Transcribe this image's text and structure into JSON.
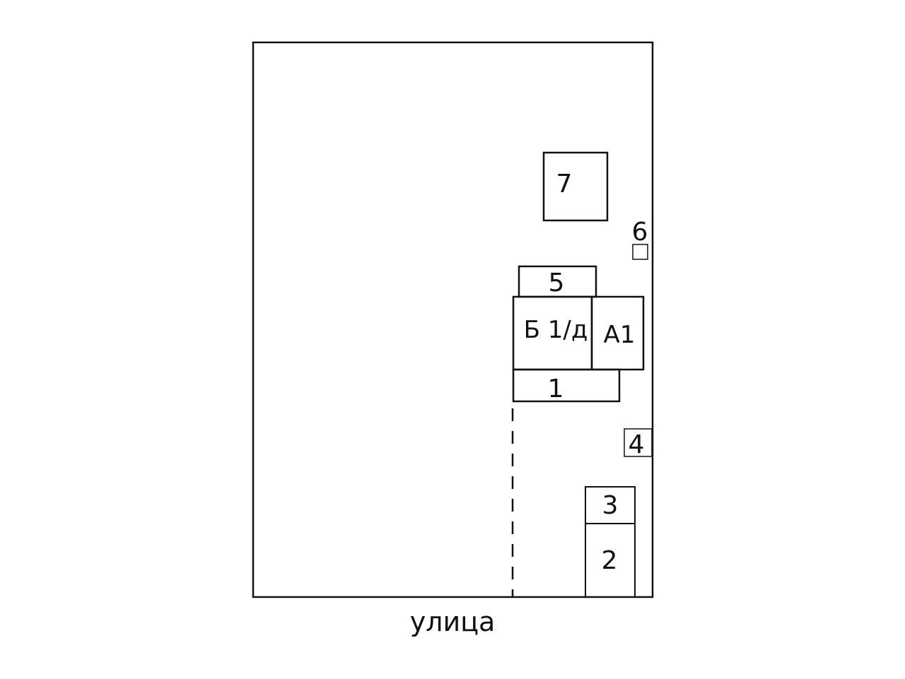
{
  "street_label": "улица",
  "colors": {
    "line": "#111111",
    "background": "#ffffff"
  },
  "buildings": {
    "b7": "7",
    "b6": "6",
    "b5": "5",
    "b_main": "Б 1/д",
    "a1": "А1",
    "b1": "1",
    "b4": "4",
    "b3": "3",
    "b2": "2"
  }
}
